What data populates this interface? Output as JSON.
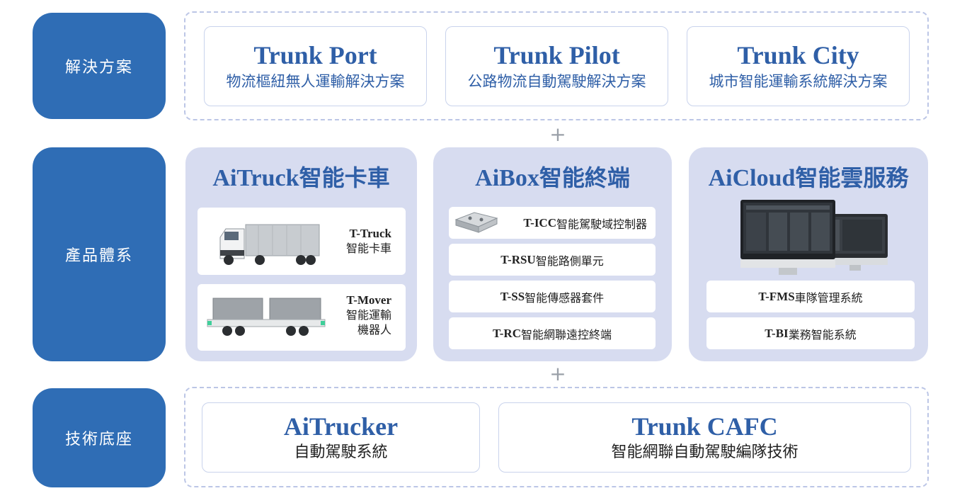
{
  "rows": {
    "solutions": "解決方案",
    "products": "產品體系",
    "foundation": "技術底座"
  },
  "solutions": [
    {
      "en": "Trunk Port",
      "zh": "物流樞紐無人運輸解決方案"
    },
    {
      "en": "Trunk Pilot",
      "zh": "公路物流自動駕駛解決方案"
    },
    {
      "en": "Trunk City",
      "zh": "城市智能運輸系統解決方案"
    }
  ],
  "plus": [
    "+",
    "+"
  ],
  "products": {
    "aitruck": {
      "title_en": "AiTruck",
      "title_zh": "智能卡車",
      "items": [
        {
          "en": "T-Truck",
          "zh": "智能卡車",
          "image": "truck-image"
        },
        {
          "en": "T-Mover",
          "zh": "智能運輸",
          "zh2": "機器人",
          "image": "mover-image"
        }
      ]
    },
    "aibox": {
      "title_en": "AiBox",
      "title_zh": "智能終端",
      "items": [
        {
          "en": "T-ICC",
          "zh": "智能駕駛域控制器",
          "image": "controller-image"
        },
        {
          "en": "T-RSU",
          "zh": "智能路側單元"
        },
        {
          "en": "T-SS",
          "zh": "智能傳感器套件"
        },
        {
          "en": "T-RC",
          "zh": "智能網聯遠控終端"
        }
      ]
    },
    "aicloud": {
      "title_en": "AiCloud",
      "title_zh": "智能雲服務",
      "image": "monitors-image",
      "items": [
        {
          "en": "T-FMS",
          "zh": "車隊管理系統"
        },
        {
          "en": "T-BI",
          "zh": "業務智能系統"
        }
      ]
    }
  },
  "foundation": [
    {
      "en": "AiTrucker",
      "zh": "自動駕駛系統"
    },
    {
      "en": "Trunk CAFC",
      "zh": "智能網聯自動駕駛編隊技術"
    }
  ],
  "colors": {
    "accent": "#2f6db5",
    "title": "#2f5fa7",
    "panel": "#d7dcf0",
    "dashed": "#bcc6e6"
  }
}
